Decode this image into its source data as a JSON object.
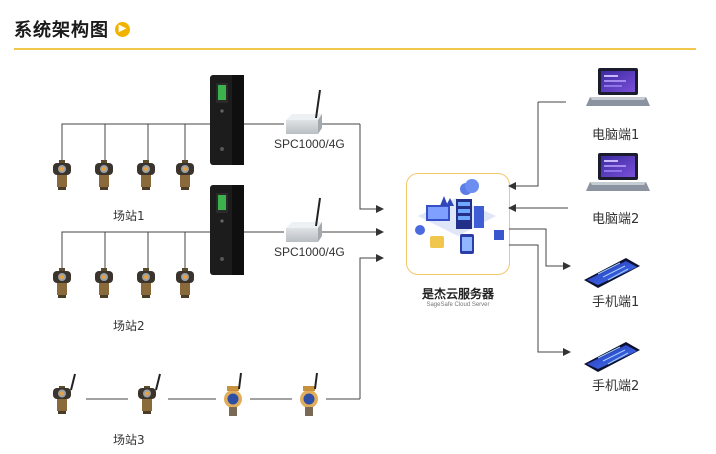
{
  "header": {
    "title": "系统架构图",
    "title_icon": "play-circle-icon"
  },
  "colors": {
    "accent": "#f0b400",
    "rule": "#f0c64d",
    "line": "#444444",
    "device_body": "#6d5a3a",
    "cabinet": "#1c1c1c"
  },
  "sites": [
    {
      "label": "场站1",
      "gateway": "SPC1000/4G"
    },
    {
      "label": "场站2",
      "gateway": "SPC1000/4G"
    },
    {
      "label": "场站3"
    }
  ],
  "server": {
    "name": "是杰云服务器",
    "subtitle": "SageSafe Cloud Server"
  },
  "clients": [
    {
      "label": "电脑端1",
      "icon": "laptop-icon"
    },
    {
      "label": "电脑端2",
      "icon": "laptop-icon"
    },
    {
      "label": "手机端1",
      "icon": "smartphone-icon"
    },
    {
      "label": "手机端2",
      "icon": "smartphone-icon"
    }
  ]
}
